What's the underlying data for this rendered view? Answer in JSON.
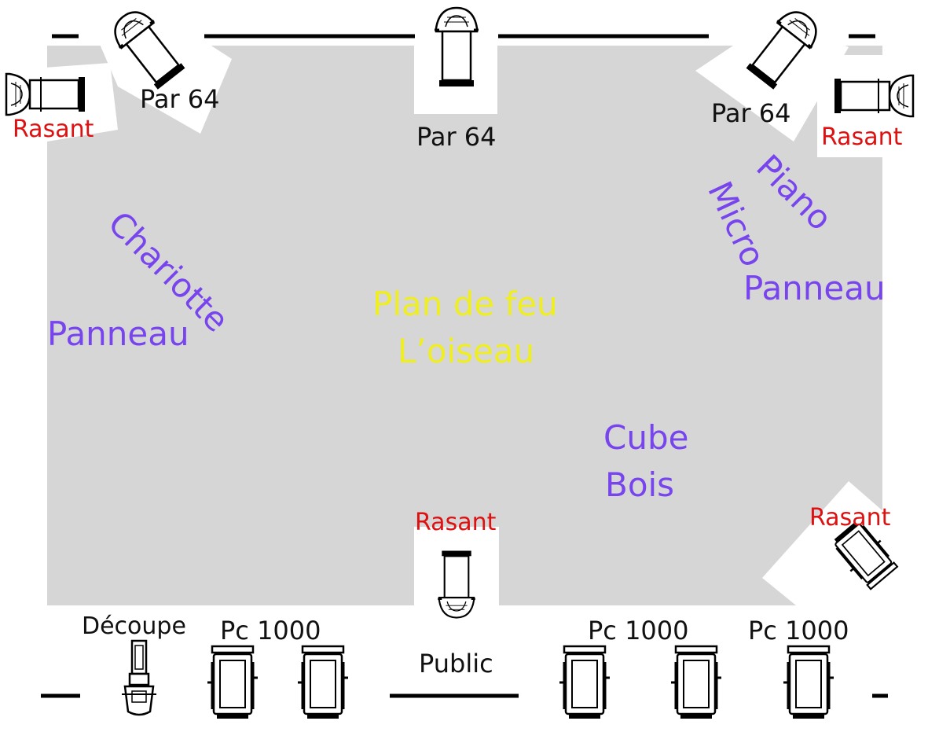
{
  "plan": {
    "title": [
      "Plan de feu",
      "L’oiseau"
    ]
  },
  "fixtures": {
    "par64_top_left": "Par 64",
    "par64_top_center": "Par 64",
    "par64_top_right": "Par 64",
    "rasant_top_left": "Rasant",
    "rasant_top_right": "Rasant",
    "rasant_bottom_center": "Rasant",
    "rasant_bottom_right": "Rasant",
    "decoupe": "Découpe",
    "pc1000_left": "Pc 1000",
    "pc1000_mid_right": "Pc 1000",
    "pc1000_right": "Pc 1000"
  },
  "stage_items": {
    "chariotte": "Chariotte",
    "panneau_left": "Panneau",
    "piano": "Piano",
    "micro": "Micro",
    "panneau_right": "Panneau",
    "cube": "Cube",
    "bois": "Bois"
  },
  "audience": "Public",
  "colors": {
    "stage_floor": "#d6d6d6",
    "fixture_label": "#111111",
    "rasant_label": "#dd1111",
    "set_piece_label": "#7744ee",
    "title_label": "#eeee22"
  }
}
